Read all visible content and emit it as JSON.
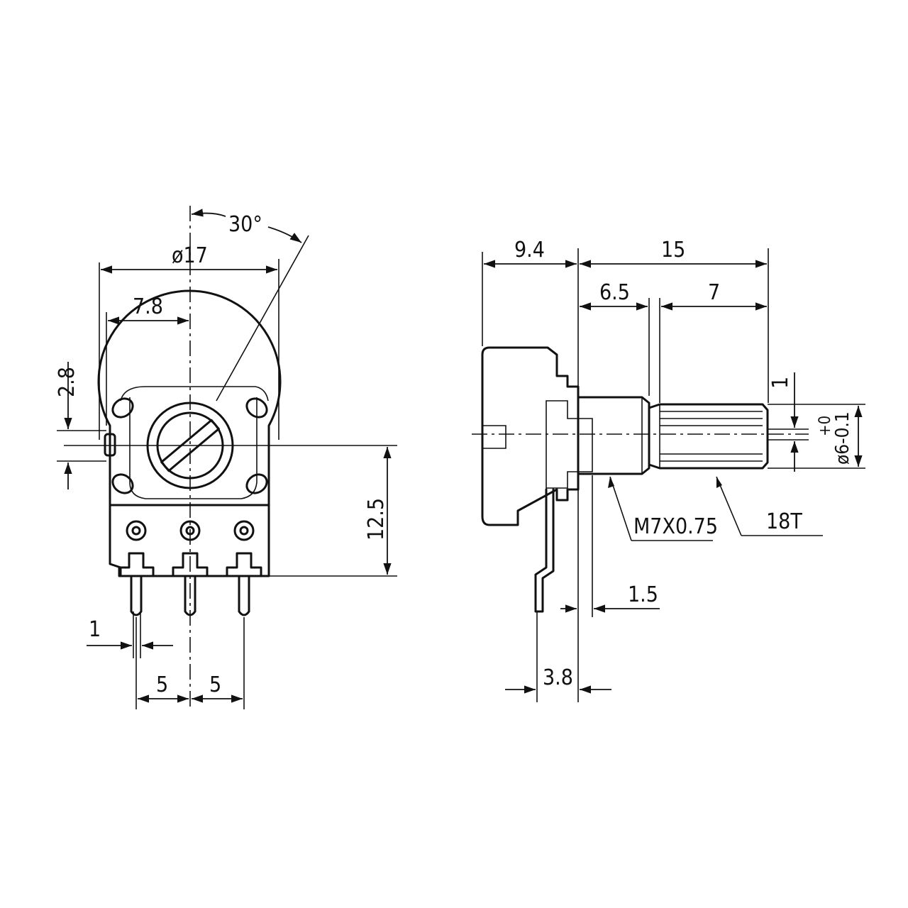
{
  "front_view": {
    "angle": "30°",
    "diameter": "ø17",
    "offset_7_8": "7.8",
    "dim_2_8": "2.8",
    "dim_12_5": "12.5",
    "pin_width": "1",
    "pitch_left": "5",
    "pitch_right": "5"
  },
  "side_view": {
    "body_depth": "9.4",
    "shaft_length": "15",
    "bushing_length": "6.5",
    "knurl_length": "7",
    "flat_depth": "1",
    "shaft_dia_tol": "+0",
    "shaft_dia_tol_neg": "ø6-0.1",
    "thread": "M7X0.75",
    "knurl_teeth": "18T",
    "dim_1_5": "1.5",
    "dim_3_8": "3.8"
  }
}
